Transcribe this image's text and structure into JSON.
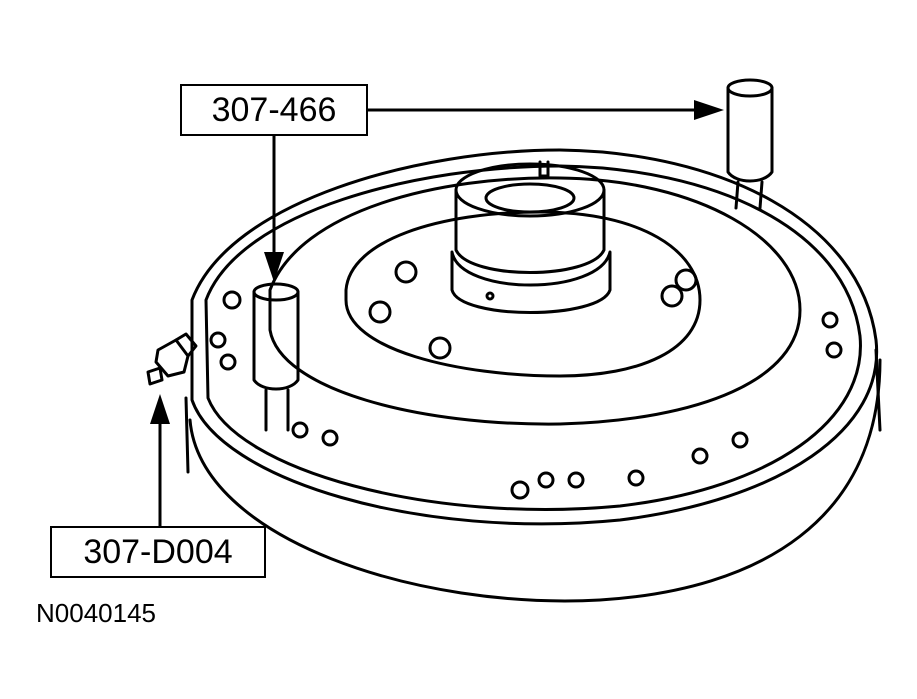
{
  "figure": {
    "callouts": [
      {
        "id": "top",
        "label": "307-466"
      },
      {
        "id": "bottom",
        "label": "307-D004"
      }
    ],
    "figure_id": "N0040145"
  }
}
